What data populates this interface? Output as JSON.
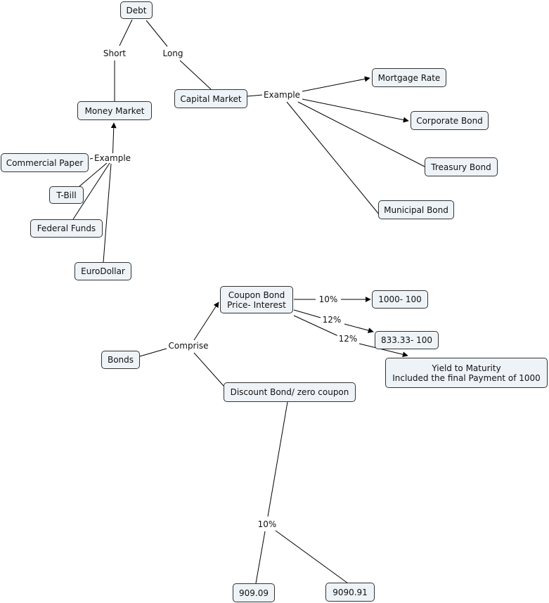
{
  "concepts": {
    "debt": "Debt",
    "money_market": "Money Market",
    "capital_market": "Capital Market",
    "commercial_paper": "Commercial Paper",
    "t_bill": "T-Bill",
    "federal_funds": "Federal Funds",
    "eurodollar": "EuroDollar",
    "mortgage_rate": "Mortgage Rate",
    "corporate_bond": "Corporate Bond",
    "treasury_bond": "Treasury Bond",
    "municipal_bond": "Municipal Bond",
    "bonds": "Bonds",
    "coupon_bond_line1": "Coupon Bond",
    "coupon_bond_line2": "Price- Interest",
    "discount_bond": "Discount Bond/ zero coupon",
    "val_1000_100": "1000- 100",
    "val_833_100": "833.33- 100",
    "ytm_line1": "Yield to Maturity",
    "ytm_line2": "Included the final Payment of 1000",
    "val_909": "909.09",
    "val_9090": "9090.91"
  },
  "links": {
    "short": "Short",
    "long": "Long",
    "example_money": "Example",
    "example_capital": "Example",
    "comprise": "Comprise",
    "rate_10_coupon": "10%",
    "rate_12_a": "12%",
    "rate_12_b": "12%",
    "rate_10_discount": "10%"
  },
  "colors": {
    "node_fill": "#eef3f7",
    "node_border": "#333333",
    "line": "#000000"
  }
}
